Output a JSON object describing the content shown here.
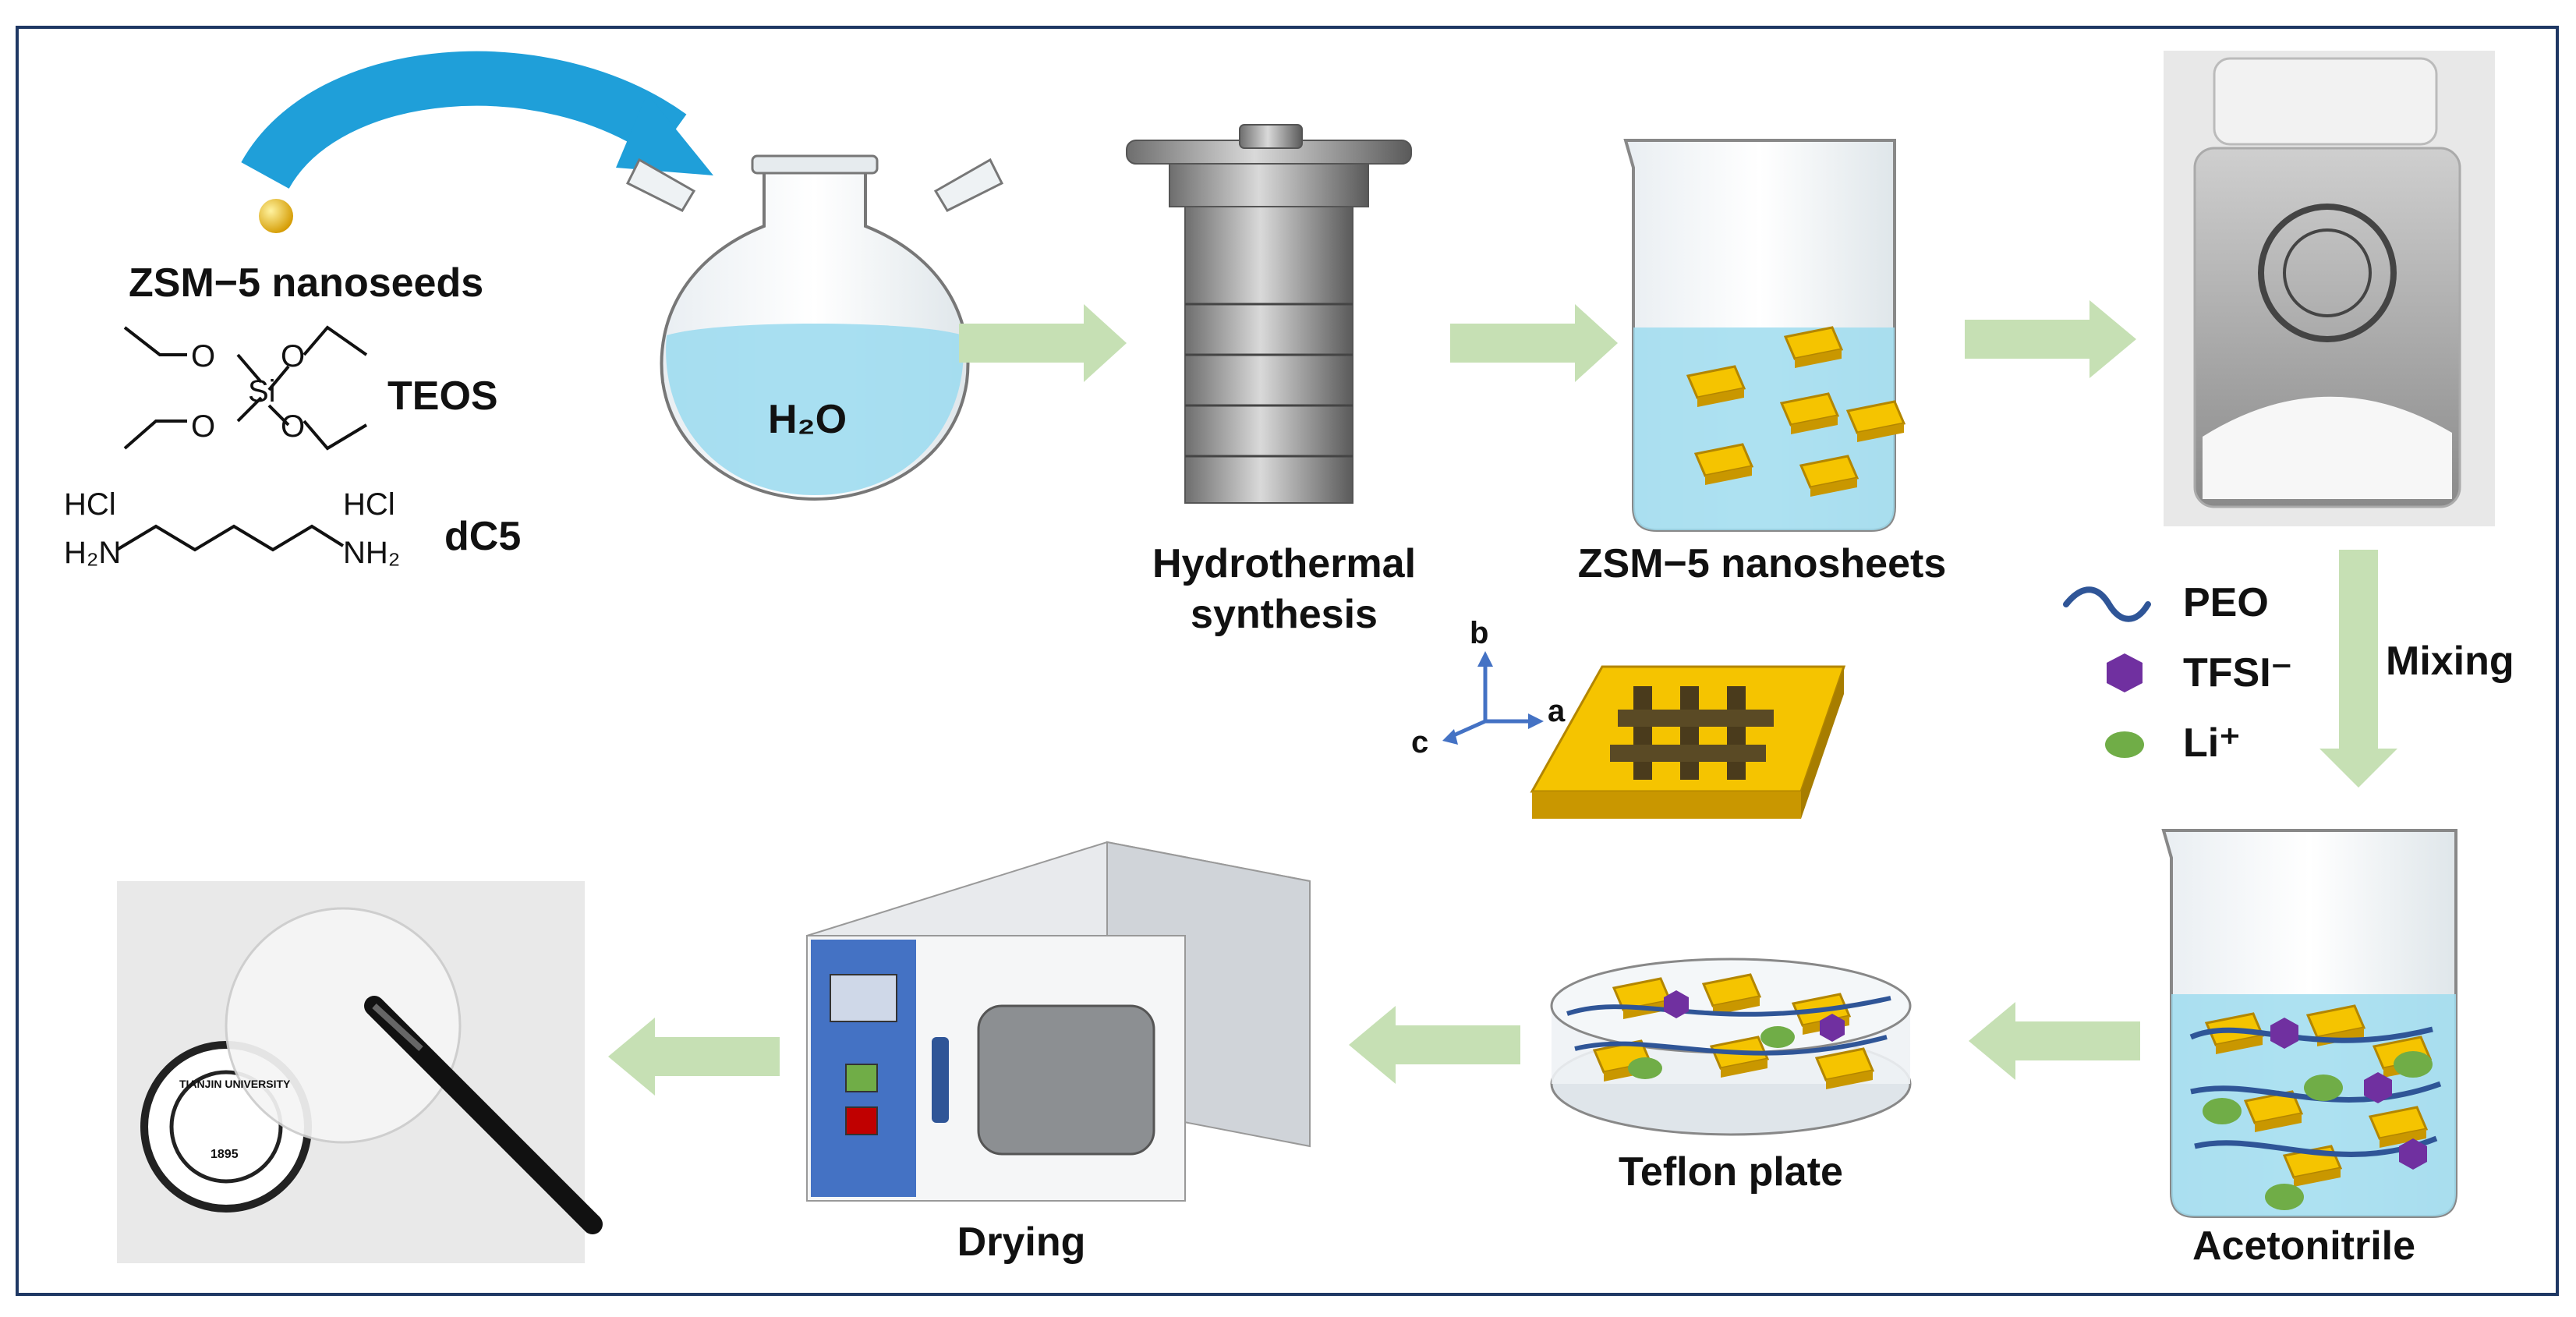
{
  "labels": {
    "zsm5_nanoseeds": "ZSM−5 nanoseeds",
    "teos": "TEOS",
    "dc5": "dC5",
    "hcl_left": "HCl",
    "hcl_right": "HCl",
    "nh2_left": "H₂N",
    "nh2_right": "NH₂",
    "si": "Si",
    "o": "O",
    "h2o": "H₂O",
    "hydrothermal_line1": "Hydrothermal",
    "hydrothermal_line2": "synthesis",
    "zsm5_nanosheets": "ZSM−5 nanosheets",
    "peo": "PEO",
    "tfsi": "TFSI⁻",
    "li": "Li⁺",
    "mixing": "Mixing",
    "acetonitrile": "Acetonitrile",
    "teflon_plate": "Teflon plate",
    "drying": "Drying",
    "axis_a": "a",
    "axis_b": "b",
    "axis_c": "c",
    "seal_text_top": "TIANJIN UNIVERSITY",
    "seal_year": "1895"
  },
  "colors": {
    "arrow_green": "#c6e0b4",
    "arrow_blue": "#1f9fd9",
    "water": "#9fdcef",
    "sheet_yellow": "#f5c400",
    "peo_blue": "#2f5597",
    "tfsi_purple": "#7030a0",
    "li_green": "#70ad47",
    "oven_blue": "#4472c4",
    "border": "#1f3864"
  }
}
